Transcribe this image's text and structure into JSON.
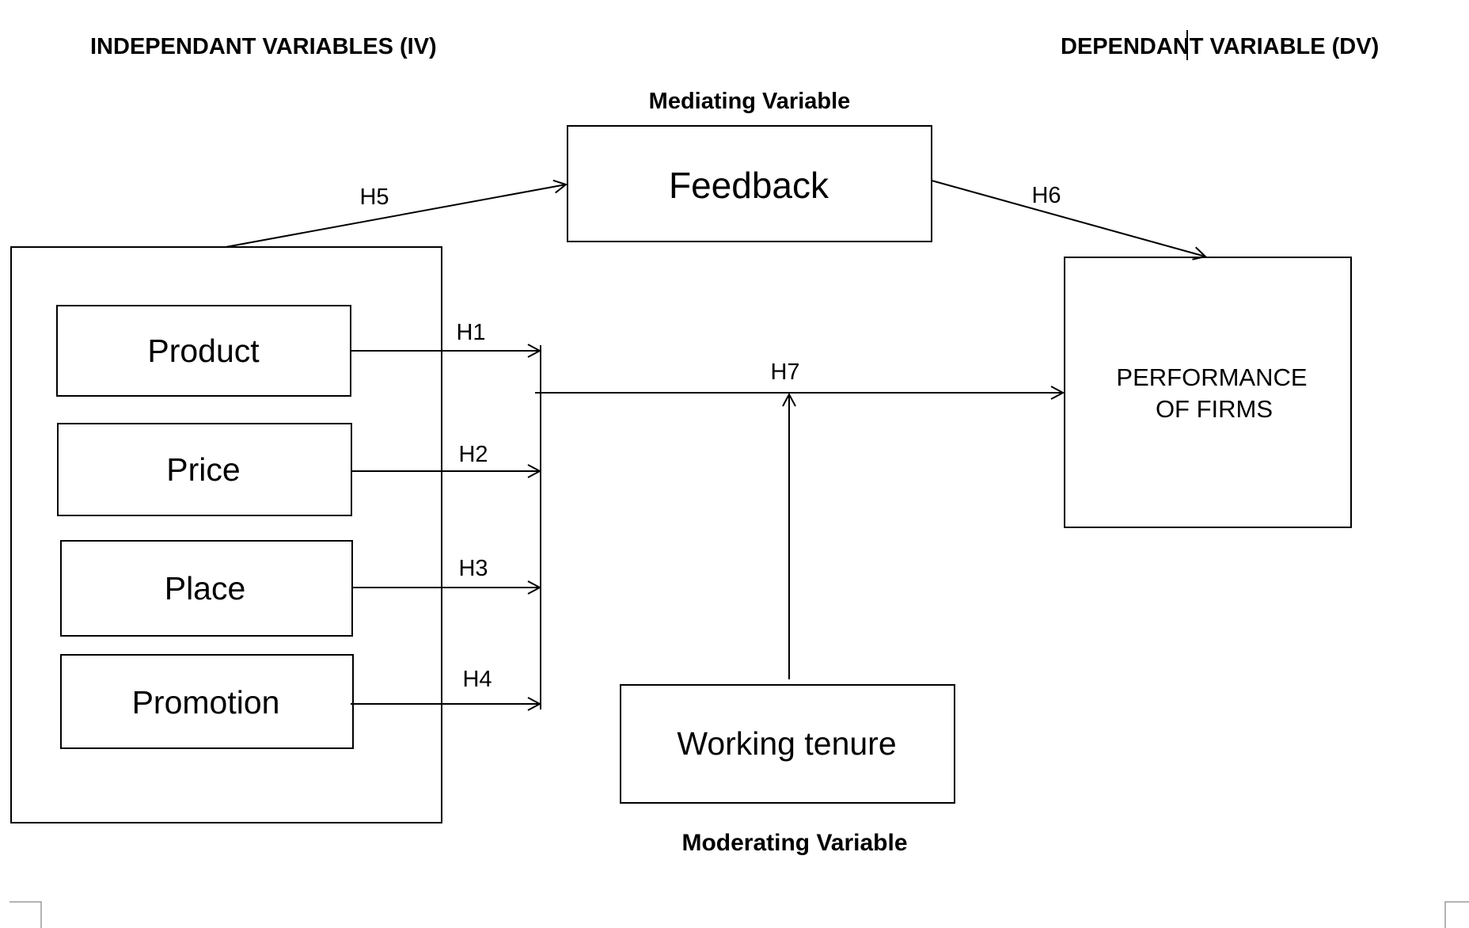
{
  "headers": {
    "independent": "INDEPENDANT VARIABLES (IV)",
    "dependent": "DEPENDANT VARIABLE (DV)",
    "mediating": "Mediating Variable",
    "moderating": "Moderating Variable"
  },
  "nodes": {
    "feedback": "Feedback",
    "product": "Product",
    "price": "Price",
    "place": "Place",
    "promotion": "Promotion",
    "performance_line1": "PERFORMANCE",
    "performance_line2": "OF FIRMS",
    "working_tenure": "Working tenure"
  },
  "hypotheses": {
    "h1": "H1",
    "h2": "H2",
    "h3": "H3",
    "h4": "H4",
    "h5": "H5",
    "h6": "H6",
    "h7": "H7"
  }
}
